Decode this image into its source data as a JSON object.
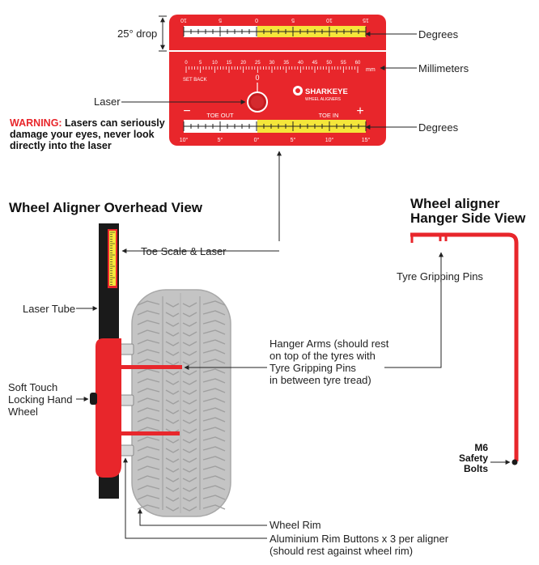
{
  "panel": {
    "top_scale_labels": [
      "10",
      "5",
      "0",
      "5",
      "10",
      "15"
    ],
    "mm_labels": [
      "0",
      "5",
      "10",
      "15",
      "20",
      "25",
      "30",
      "35",
      "40",
      "45",
      "50",
      "55",
      "60"
    ],
    "mm_unit": "mm",
    "set_back": "SET BACK",
    "zero_label": "0",
    "brand_name": "SHARKEYE",
    "brand_sub": "WHEEL ALIGNERS",
    "minus_sign": "−",
    "plus_sign": "+",
    "toe_out": "TOE OUT",
    "toe_in": "TOE IN",
    "bottom_scale_labels": [
      "10°",
      "5°",
      "0°",
      "5°",
      "10°",
      "15°"
    ]
  },
  "labels": {
    "drop": "25° drop",
    "degrees_top": "Degrees",
    "millimeters": "Millimeters",
    "laser": "Laser",
    "degrees_bottom": "Degrees",
    "warning_prefix": "WARNING:",
    "warning_rest": " Lasers can seriously damage your eyes, never look directly into the laser",
    "overhead_title": "Wheel Aligner Overhead View",
    "side_title_1": "Wheel aligner",
    "side_title_2": "Hanger Side View",
    "toe_scale_laser": "Toe Scale & Laser",
    "tyre_gripping_pins": "Tyre Gripping Pins",
    "laser_tube": "Laser Tube",
    "hanger_arms_1": "Hanger Arms (should rest",
    "hanger_arms_2": "on top of the tyres with",
    "hanger_arms_3": "Tyre Gripping Pins",
    "hanger_arms_4": "in between tyre tread)",
    "soft_touch_1": "Soft Touch",
    "soft_touch_2": "Locking Hand",
    "soft_touch_3": "Wheel",
    "m6_1": "M6",
    "m6_2": "Safety",
    "m6_3": "Bolts",
    "wheel_rim": "Wheel Rim",
    "rim_buttons_1": "Aluminium Rim Buttons x 3 per aligner",
    "rim_buttons_2": "(should rest against wheel rim)"
  },
  "colors": {
    "red": "#e8262b",
    "yellow": "#f5e63a",
    "tyre": "#c4c4c4",
    "black": "#1a1a1a"
  }
}
